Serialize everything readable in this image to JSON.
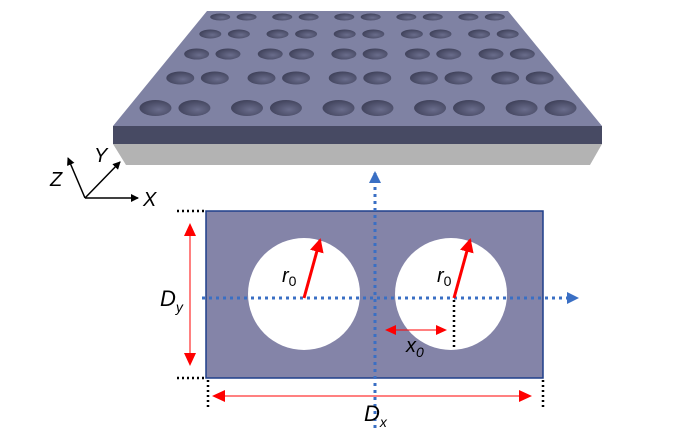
{
  "axes_labels": {
    "x": "X",
    "y": "Y",
    "z": "Z"
  },
  "labels": {
    "r0_left": {
      "main": "r",
      "sub": "0"
    },
    "r0_right": {
      "main": "r",
      "sub": "0"
    },
    "x0": {
      "main": "x",
      "sub": "0"
    },
    "dy": {
      "main": "D",
      "sub": "y"
    },
    "dx": {
      "main": "D",
      "sub": "x"
    }
  },
  "colors": {
    "slab_top": "#7f82a3",
    "slab_side": "#474a63",
    "substrate": "#b3b3b3",
    "cell": "#8484a8",
    "cell_border": "#1f3f8a",
    "axis_dotted": "#3a6fc4",
    "dimension": "#ff0000"
  },
  "lattice": {
    "rows": 5,
    "holes_per_row": 10
  }
}
